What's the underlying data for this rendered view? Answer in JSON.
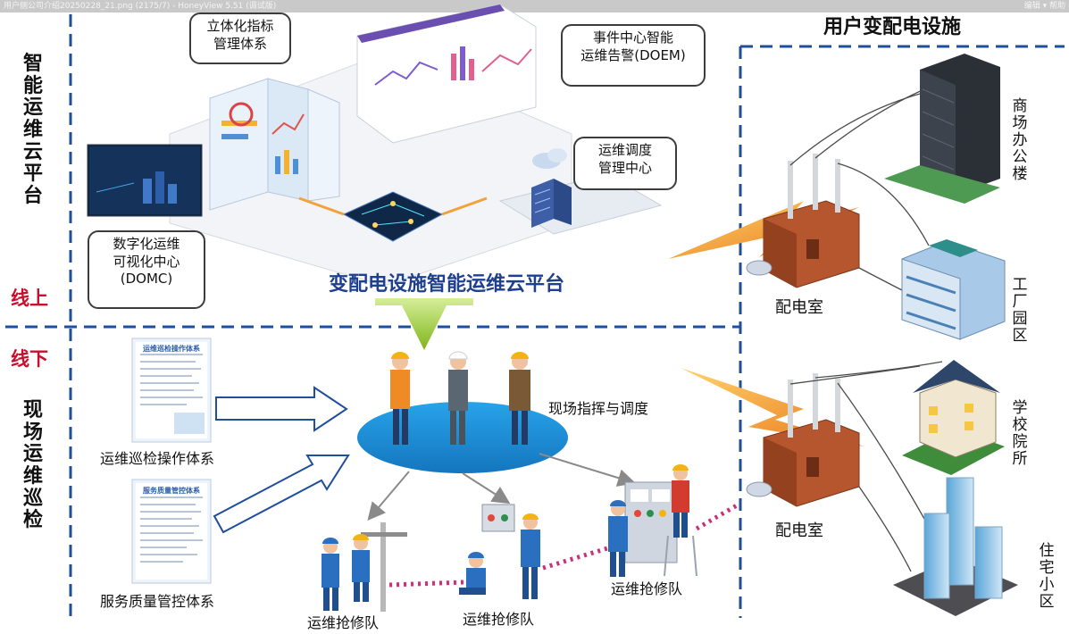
{
  "window": {
    "title": "用户侧公司介绍20250228_21.png (2175/7) - HoneyView 5.51 (调试版)",
    "menu": "编辑 ▾   帮助"
  },
  "online": {
    "side_title": "智能运维云平台",
    "zone_label": "线上",
    "platform_title": "变配电设施智能运维云平台",
    "callouts": {
      "indicator": "立体化指标\n管理体系",
      "event": "事件中心智能\n运维告警(DOEM)",
      "dispatch": "运维调度\n管理中心",
      "visual": "数字化运维\n可视化中心\n(DOMC)"
    }
  },
  "offline": {
    "side_title": "现场运维巡检",
    "zone_label": "线下",
    "docs": [
      {
        "heading": "运维巡检操作体系",
        "caption": "运维巡检操作体系"
      },
      {
        "heading": "服务质量管控体系",
        "caption": "服务质量管控体系"
      }
    ],
    "command_label": "现场指挥与调度",
    "teams": [
      "运维抢修队",
      "运维抢修队",
      "运维抢修队"
    ]
  },
  "facilities": {
    "title": "用户变配电设施",
    "rooms": [
      "配电室",
      "配电室"
    ],
    "buildings": [
      "商场办公楼",
      "工厂园区",
      "学校院所",
      "住宅小区"
    ]
  },
  "colors": {
    "dash_blue": "#1f4e9c",
    "zone_red": "#c8102e",
    "platform_blue": "#1f3f8f",
    "ellipse_blue": "#1a8fd6",
    "arrow_green": "#8dc21f",
    "bolt_orange": "#f39220",
    "brick": "#b5562f",
    "worker_blue": "#2a6fc0"
  },
  "icons": [
    "computer-screen-icon",
    "server-rack-icon",
    "cloud-icon",
    "network-hub-icon",
    "document-icon",
    "lightning-bolt-icon",
    "substation-icon",
    "office-tower-icon",
    "factory-icon",
    "school-house-icon",
    "residential-towers-icon",
    "worker-icon",
    "electrical-panel-icon",
    "utility-pole-icon"
  ]
}
